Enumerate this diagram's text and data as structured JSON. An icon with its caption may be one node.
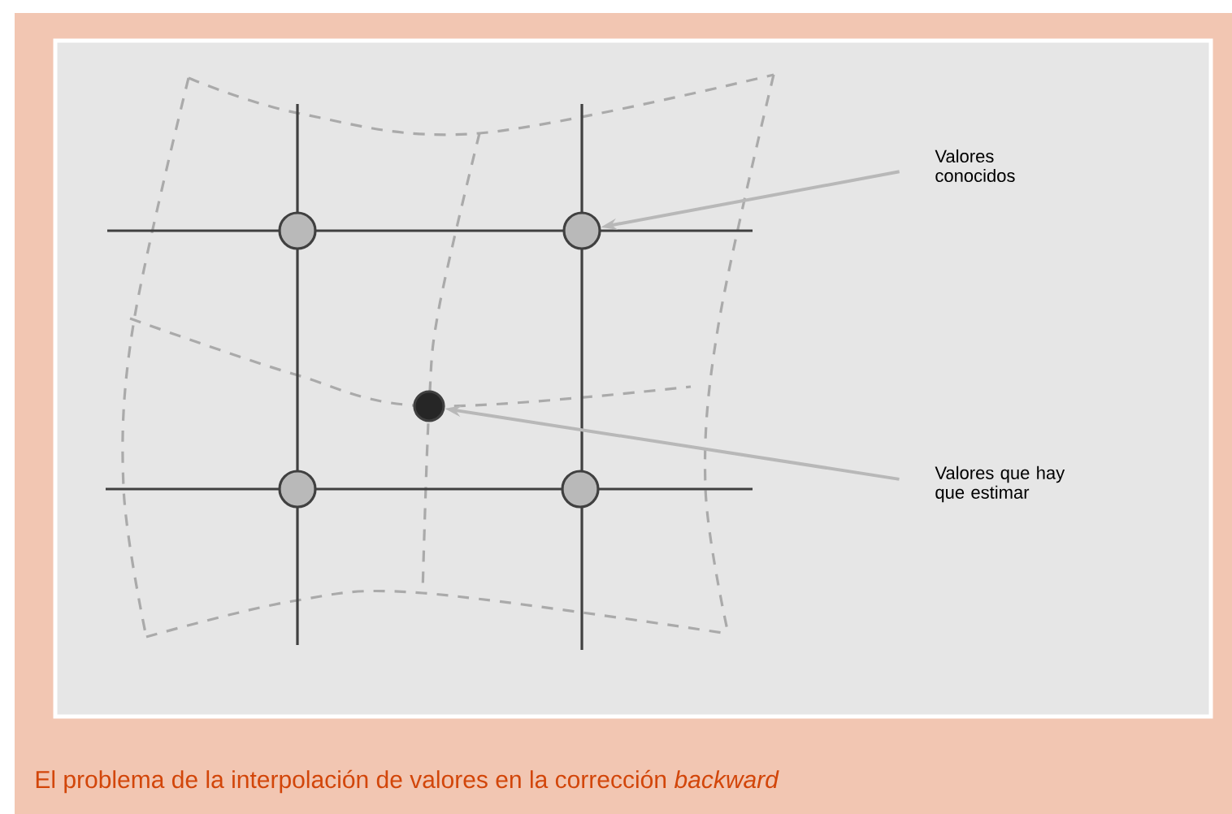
{
  "diagram": {
    "caption": "El problema de la interpolación de valores en la corrección *backward*",
    "nodes": [
      {
        "text": [
          "Valores conocidos"
        ]
      },
      {
        "text": [],
        "shape": "circle"
      },
      {
        "text": [],
        "shape": "circle"
      },
      {
        "text": [],
        "shape": "circle"
      },
      {
        "text": [
          "Valores que hay que estimar"
        ]
      },
      {
        "text": [],
        "shape": "circle"
      },
      {
        "text": [],
        "shape": "circle"
      }
    ],
    "edges": [
      {
        "from": 0,
        "to": 2,
        "arrow": "to"
      },
      {
        "from": 4,
        "to": 3,
        "arrow": "to"
      }
    ]
  }
}
